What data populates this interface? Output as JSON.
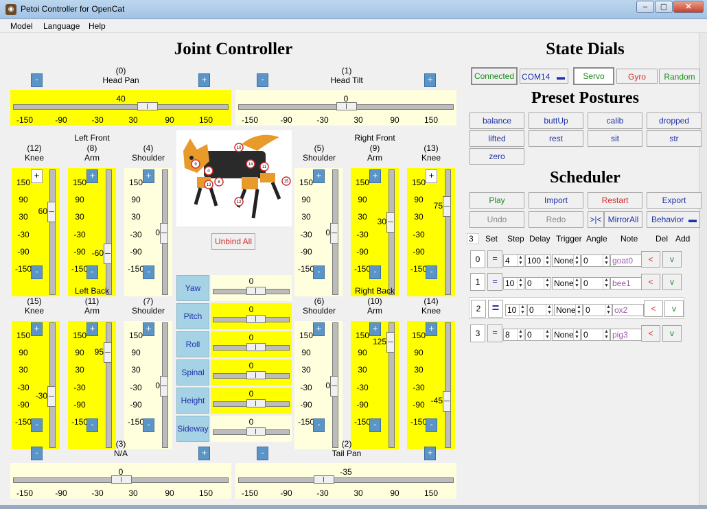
{
  "window": {
    "title": "Petoi Controller for OpenCat",
    "icon": "cat-face-icon"
  },
  "menu": [
    "Model",
    "Language",
    "Help"
  ],
  "joint_controller": {
    "title": "Joint Controller",
    "plus": "+",
    "minus": "-",
    "h_ticks": [
      "-150",
      "-90",
      "-30",
      "30",
      "90",
      "150"
    ],
    "v_ticks": [
      "150",
      "90",
      "30",
      "-30",
      "-90",
      "-150"
    ],
    "head_pan": {
      "index": "(0)",
      "name": "Head Pan",
      "value": 40
    },
    "head_tilt": {
      "index": "(1)",
      "name": "Head Tilt",
      "value": 0
    },
    "na": {
      "index": "(3)",
      "name": "N/A",
      "value": 0
    },
    "tail_pan": {
      "index": "(2)",
      "name": "Tail Pan",
      "value": -35
    },
    "left_front": {
      "label": "Left Front",
      "knee": {
        "index": "(12)",
        "name": "Knee",
        "value": 60
      },
      "arm": {
        "index": "(8)",
        "name": "Arm",
        "value": -60
      },
      "shoulder": {
        "index": "(4)",
        "name": "Shoulder",
        "value": 0
      }
    },
    "right_front": {
      "label": "Right Front",
      "shoulder": {
        "index": "(5)",
        "name": "Shoulder",
        "value": 0
      },
      "arm": {
        "index": "(9)",
        "name": "Arm",
        "value": 30
      },
      "knee": {
        "index": "(13)",
        "name": "Knee",
        "value": 75
      }
    },
    "left_back": {
      "label": "Left Back",
      "knee": {
        "index": "(15)",
        "name": "Knee",
        "value": -30
      },
      "arm": {
        "index": "(11)",
        "name": "Arm",
        "value": 95
      },
      "shoulder": {
        "index": "(7)",
        "name": "Shoulder",
        "value": 0
      }
    },
    "right_back": {
      "label": "Right Back",
      "shoulder": {
        "index": "(6)",
        "name": "Shoulder",
        "value": 0
      },
      "arm": {
        "index": "(10)",
        "name": "Arm",
        "value": 125
      },
      "knee": {
        "index": "(14)",
        "name": "Knee",
        "value": -45
      }
    },
    "robot_labels": [
      "10",
      "9",
      "0",
      "14",
      "11",
      "13",
      "8",
      "15",
      "12"
    ],
    "unbind_all": "Unbind All",
    "dials": [
      {
        "name": "Yaw",
        "value": 0
      },
      {
        "name": "Pitch",
        "value": 0
      },
      {
        "name": "Roll",
        "value": 0
      },
      {
        "name": "Spinal",
        "value": 0
      },
      {
        "name": "Height",
        "value": 0
      },
      {
        "name": "Sideway",
        "value": 0
      }
    ]
  },
  "state_dials": {
    "title": "State Dials",
    "connected": "Connected",
    "port": "COM14",
    "servo": "Servo",
    "gyro": "Gyro",
    "random": "Random"
  },
  "preset_postures": {
    "title": "Preset Postures",
    "items": [
      "balance",
      "buttUp",
      "calib",
      "dropped",
      "lifted",
      "rest",
      "sit",
      "str",
      "zero"
    ]
  },
  "scheduler": {
    "title": "Scheduler",
    "play": "Play",
    "import": "Import",
    "restart": "Restart",
    "export": "Export",
    "undo": "Undo",
    "redo": "Redo",
    "mirror_toggle": ">|<",
    "mirror_all": "MirrorAll",
    "behavior": "Behavior",
    "count": "3",
    "headers": [
      "Set",
      "Step",
      "Delay",
      "Trigger",
      "Angle",
      "Note",
      "Del",
      "Add"
    ],
    "eq": "=",
    "del": "<",
    "add": "v",
    "rows": [
      {
        "idx": "0",
        "step": "4",
        "delay": "100",
        "trigger": "None",
        "angle": "0",
        "note": "goat0"
      },
      {
        "idx": "1",
        "step": "10",
        "delay": "0",
        "trigger": "None",
        "angle": "0",
        "note": "bee1"
      },
      {
        "idx": "2",
        "step": "10",
        "delay": "0",
        "trigger": "None",
        "angle": "0",
        "note": "ox2"
      },
      {
        "idx": "3",
        "step": "8",
        "delay": "0",
        "trigger": "None",
        "angle": "0",
        "note": "pig3"
      }
    ]
  },
  "colors": {
    "accent_yellow": "#ffff00",
    "cream": "#ffffdd",
    "button_blue": "#5b94c6",
    "dial_blue": "#a6d2e5",
    "link_blue": "#1f32a8",
    "green": "#1f8a1f",
    "red": "#d0302f",
    "note_purple": "#9a5aa8"
  }
}
